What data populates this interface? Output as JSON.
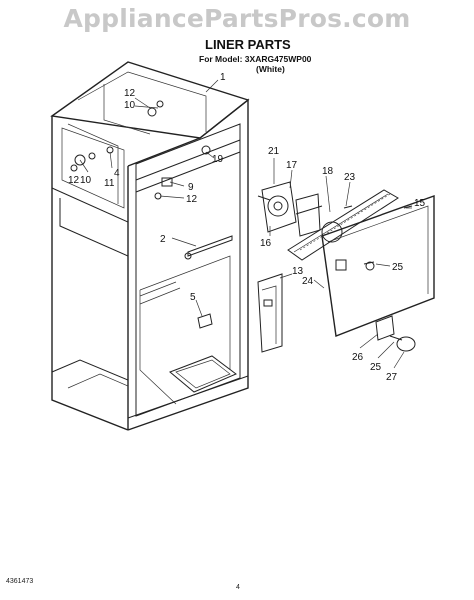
{
  "watermark": "AppliancePartsPros.com",
  "title": "LINER PARTS",
  "subtitle": "For Model: 3XARG475WP00",
  "color_note": "(White)",
  "footer": {
    "doc_number": "4361473",
    "page_number": "4"
  },
  "callouts": [
    "1",
    "12",
    "10",
    "19",
    "12",
    "10",
    "4",
    "11",
    "9",
    "12",
    "2",
    "5",
    "21",
    "17",
    "18",
    "23",
    "15",
    "16",
    "13",
    "24",
    "25",
    "26",
    "25",
    "27"
  ]
}
